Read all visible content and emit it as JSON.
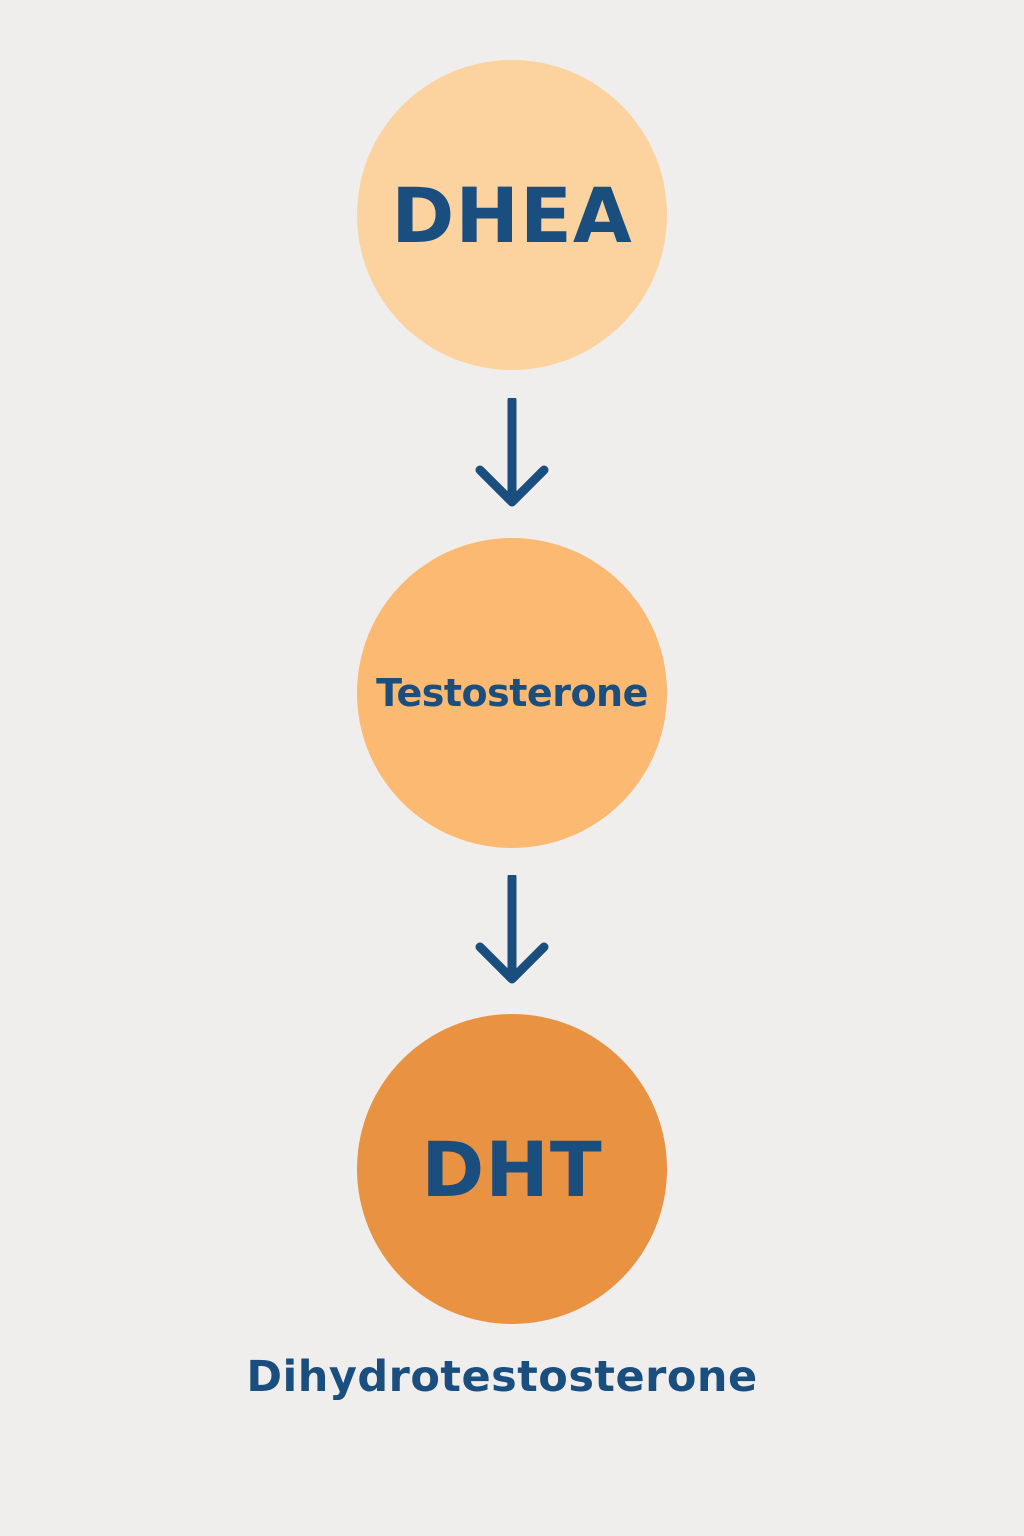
{
  "colors": {
    "background": "#efeeec",
    "text": "#1a4e7e",
    "arrow": "#1a4e7e",
    "node_light": "#fcd39f",
    "node_medium": "#fbb971",
    "node_dark": "#e99342"
  },
  "diagram": {
    "nodes": [
      {
        "label": "DHEA"
      },
      {
        "label": "Testosterone"
      },
      {
        "label": "DHT"
      }
    ],
    "caption": "Dihydrotestosterone"
  }
}
